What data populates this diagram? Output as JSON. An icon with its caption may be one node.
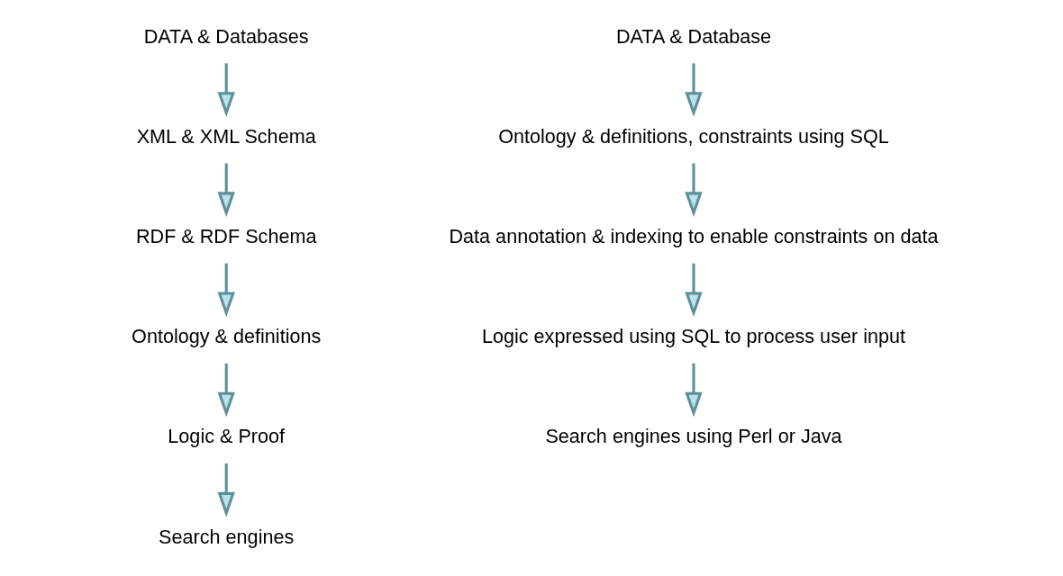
{
  "diagram": {
    "nodes": [
      {
        "text": [
          "DATA & Databases"
        ]
      },
      {
        "text": [
          "XML & XML Schema"
        ]
      },
      {
        "text": [
          "RDF & RDF Schema"
        ]
      },
      {
        "text": [
          "Ontology & definitions"
        ]
      },
      {
        "text": [
          "Logic & Proof"
        ]
      },
      {
        "text": [
          "Search engines"
        ]
      },
      {
        "text": [
          "DATA & Database"
        ]
      },
      {
        "text": [
          "Ontology & definitions, constraints using SQL"
        ]
      },
      {
        "text": [
          "Data annotation & indexing to enable constraints on data"
        ]
      },
      {
        "text": [
          "Logic expressed using SQL to process user input"
        ]
      },
      {
        "text": [
          "Search engines using Perl or Java"
        ]
      }
    ],
    "edges": [
      {
        "from": 0,
        "to": 1,
        "arrow": "to"
      },
      {
        "from": 1,
        "to": 2,
        "arrow": "to"
      },
      {
        "from": 2,
        "to": 3,
        "arrow": "to"
      },
      {
        "from": 3,
        "to": 4,
        "arrow": "to"
      },
      {
        "from": 4,
        "to": 5,
        "arrow": "to"
      },
      {
        "from": 6,
        "to": 7,
        "arrow": "to"
      },
      {
        "from": 7,
        "to": 8,
        "arrow": "to"
      },
      {
        "from": 8,
        "to": 9,
        "arrow": "to"
      },
      {
        "from": 9,
        "to": 10,
        "arrow": "to"
      }
    ]
  }
}
